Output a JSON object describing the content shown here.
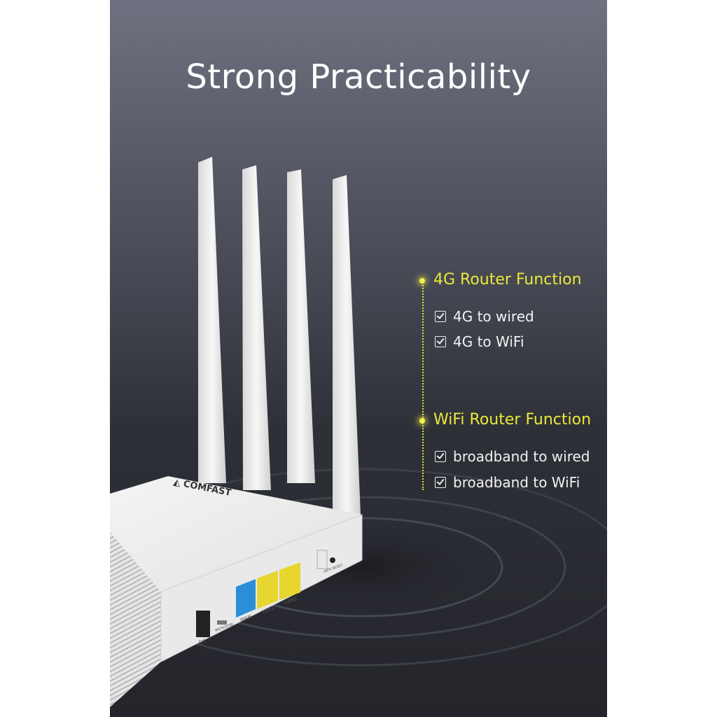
{
  "title": "Strong Practicability",
  "features": [
    {
      "heading": "4G Router Function",
      "items": [
        "4G to wired",
        "4G to WiFi"
      ]
    },
    {
      "heading": "WiFi Router Function",
      "items": [
        "broadband to wired",
        "broadband to WiFi"
      ]
    }
  ],
  "router": {
    "brand": "COMFAST",
    "ports": [
      "WAN",
      "LAN1",
      "LAN2"
    ],
    "labels": {
      "dc": "DC",
      "usb": "MICROUSB",
      "reset": "WPS RESET"
    }
  },
  "colors": {
    "heading": "#ece83a",
    "wan_port": "#2a8fd8",
    "lan_port": "#e8d630"
  }
}
